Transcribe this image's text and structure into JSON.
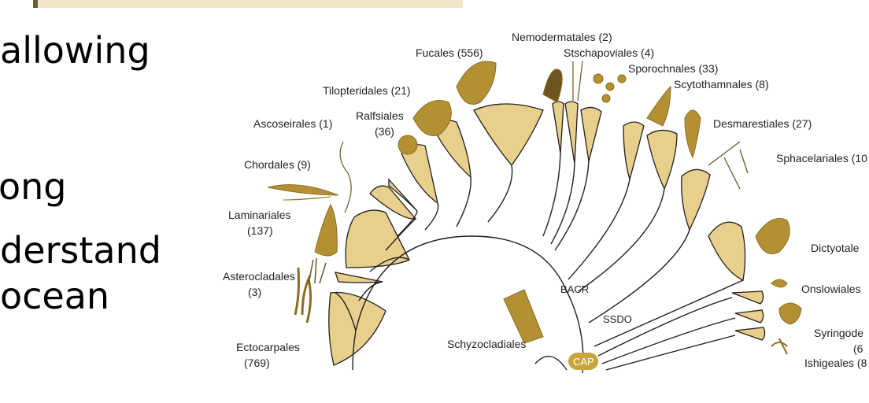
{
  "slide": {
    "lines": [
      "allowing",
      "ong",
      "derstand",
      "ocean"
    ]
  },
  "colors": {
    "clade_fill": "#e8cf8c",
    "algae": "#b39133",
    "algae_dark": "#6e5521",
    "branch": "#231f20",
    "cap_badge": "#c8a43c"
  },
  "tree": {
    "orders": [
      {
        "key": "ectocarpales",
        "lines": [
          "Ectocarpales",
          "(769)"
        ]
      },
      {
        "key": "asterocladales",
        "lines": [
          "Asterocladales",
          "(3)"
        ]
      },
      {
        "key": "laminariales",
        "lines": [
          "Laminariales",
          "(137)"
        ]
      },
      {
        "key": "chordales",
        "lines": [
          "Chordales (9)"
        ]
      },
      {
        "key": "ascoseirales",
        "lines": [
          "Ascoseirales (1)"
        ]
      },
      {
        "key": "ralfsiales",
        "lines": [
          "Ralfsiales",
          "(36)"
        ]
      },
      {
        "key": "tilopteridales",
        "lines": [
          "Tilopteridales (21)"
        ]
      },
      {
        "key": "fucales",
        "lines": [
          "Fucales (556)"
        ]
      },
      {
        "key": "nemodermatales",
        "lines": [
          "Nemodermatales (2)"
        ]
      },
      {
        "key": "stschapoviales",
        "lines": [
          "Stschapoviales (4)"
        ]
      },
      {
        "key": "sporochnales",
        "lines": [
          "Sporochnales (33)"
        ]
      },
      {
        "key": "scytothamnales",
        "lines": [
          "Scytothamnales (8)"
        ]
      },
      {
        "key": "desmarestiales",
        "lines": [
          "Desmarestiales (27)"
        ]
      },
      {
        "key": "sphacelariales",
        "lines": [
          "Sphacelariales (10"
        ]
      },
      {
        "key": "dictyotales",
        "lines": [
          "Dictyotale"
        ]
      },
      {
        "key": "onslowiales",
        "lines": [
          "Onslowiales"
        ]
      },
      {
        "key": "syringodermatales",
        "lines": [
          "Syringode",
          "(6"
        ]
      },
      {
        "key": "ishigeales",
        "lines": [
          "Ishigeales (8"
        ]
      },
      {
        "key": "schyzocladiales",
        "lines": [
          "Schyzocladiales"
        ]
      }
    ],
    "clade_markers": [
      "BACR",
      "SSDO",
      "CAP"
    ]
  }
}
